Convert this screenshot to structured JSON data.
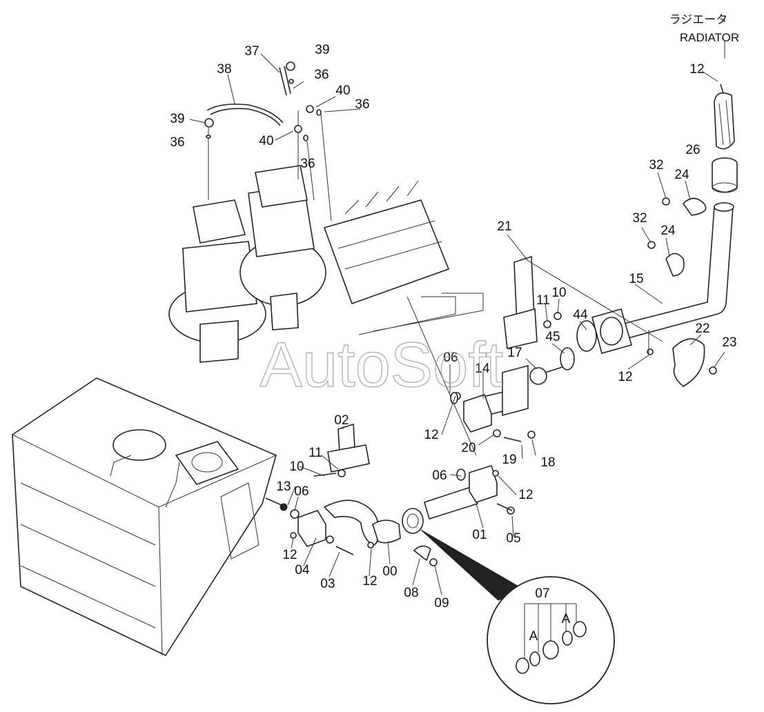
{
  "header": {
    "jp": "ラジエータ",
    "en": "RADIATOR"
  },
  "watermark": "AutoSoft",
  "detail": {
    "label": "07",
    "marks": [
      "A",
      "A"
    ]
  },
  "callouts": [
    {
      "id": "c37",
      "text": "37"
    },
    {
      "id": "c39a",
      "text": "39"
    },
    {
      "id": "c38",
      "text": "38"
    },
    {
      "id": "c36a",
      "text": "36"
    },
    {
      "id": "c40a",
      "text": "40"
    },
    {
      "id": "c36b",
      "text": "36"
    },
    {
      "id": "c39b",
      "text": "39"
    },
    {
      "id": "c36c",
      "text": "36"
    },
    {
      "id": "c40b",
      "text": "40"
    },
    {
      "id": "c36d",
      "text": "36"
    },
    {
      "id": "c12a",
      "text": "12"
    },
    {
      "id": "c26",
      "text": "26"
    },
    {
      "id": "c32a",
      "text": "32"
    },
    {
      "id": "c24a",
      "text": "24"
    },
    {
      "id": "c32b",
      "text": "32"
    },
    {
      "id": "c24b",
      "text": "24"
    },
    {
      "id": "c21",
      "text": "21"
    },
    {
      "id": "c15",
      "text": "15"
    },
    {
      "id": "c10a",
      "text": "10"
    },
    {
      "id": "c11a",
      "text": "11"
    },
    {
      "id": "c44",
      "text": "44"
    },
    {
      "id": "c45",
      "text": "45"
    },
    {
      "id": "c22",
      "text": "22"
    },
    {
      "id": "c23",
      "text": "23"
    },
    {
      "id": "c17",
      "text": "17"
    },
    {
      "id": "c06a",
      "text": "06"
    },
    {
      "id": "c14",
      "text": "14"
    },
    {
      "id": "c12b",
      "text": "12"
    },
    {
      "id": "c12c",
      "text": "12"
    },
    {
      "id": "c20",
      "text": "20"
    },
    {
      "id": "c19",
      "text": "19"
    },
    {
      "id": "c18",
      "text": "18"
    },
    {
      "id": "c02",
      "text": "02"
    },
    {
      "id": "c11b",
      "text": "11"
    },
    {
      "id": "c10b",
      "text": "10"
    },
    {
      "id": "c06b",
      "text": "06"
    },
    {
      "id": "c12d",
      "text": "12"
    },
    {
      "id": "c13",
      "text": "13"
    },
    {
      "id": "c06c",
      "text": "06"
    },
    {
      "id": "c01",
      "text": "01"
    },
    {
      "id": "c05",
      "text": "05"
    },
    {
      "id": "c12e",
      "text": "12"
    },
    {
      "id": "c04",
      "text": "04"
    },
    {
      "id": "c03",
      "text": "03"
    },
    {
      "id": "c12f",
      "text": "12"
    },
    {
      "id": "c00",
      "text": "00"
    },
    {
      "id": "c08",
      "text": "08"
    },
    {
      "id": "c09",
      "text": "09"
    }
  ]
}
